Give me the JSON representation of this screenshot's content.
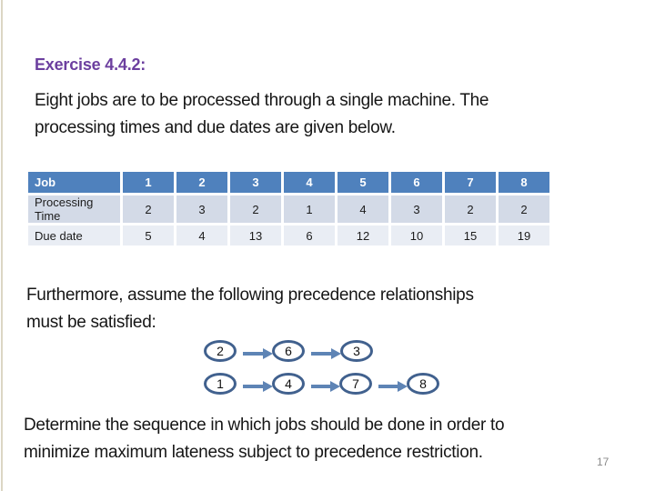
{
  "slide": {
    "title": "Exercise 4.4.2:",
    "intro": "Eight jobs are to be processed through a single machine. The\nprocessing times and due dates are given below.",
    "furthermore": "Furthermore, assume the following precedence relationships\nmust be satisfied:",
    "determine": "Determine the sequence in which jobs should be done in order to\nminimize maximum lateness subject to precedence restriction.",
    "page_number": "17"
  },
  "table": {
    "header": [
      "Job",
      "1",
      "2",
      "3",
      "4",
      "5",
      "6",
      "7",
      "8"
    ],
    "rows": [
      {
        "label": "Processing Time",
        "values": [
          "2",
          "3",
          "2",
          "1",
          "4",
          "3",
          "2",
          "2"
        ]
      },
      {
        "label": "Due date",
        "values": [
          "5",
          "4",
          "13",
          "6",
          "12",
          "10",
          "15",
          "19"
        ]
      }
    ]
  },
  "diagram": {
    "nodes": [
      {
        "id": "2",
        "label": "2"
      },
      {
        "id": "6",
        "label": "6"
      },
      {
        "id": "3",
        "label": "3"
      },
      {
        "id": "1",
        "label": "1"
      },
      {
        "id": "4",
        "label": "4"
      },
      {
        "id": "7",
        "label": "7"
      },
      {
        "id": "8",
        "label": "8"
      }
    ],
    "edges": [
      "2-6",
      "6-3",
      "1-4",
      "4-7",
      "7-8"
    ]
  },
  "colors": {
    "title_purple": "#6c3f9f",
    "table_header_blue": "#4f81bd",
    "band_dark": "#d3dae7",
    "band_light": "#e9edf4",
    "node_border": "#41618e",
    "arrow_blue": "#5e84b5",
    "left_rule_tan": "#dcd6c4"
  }
}
